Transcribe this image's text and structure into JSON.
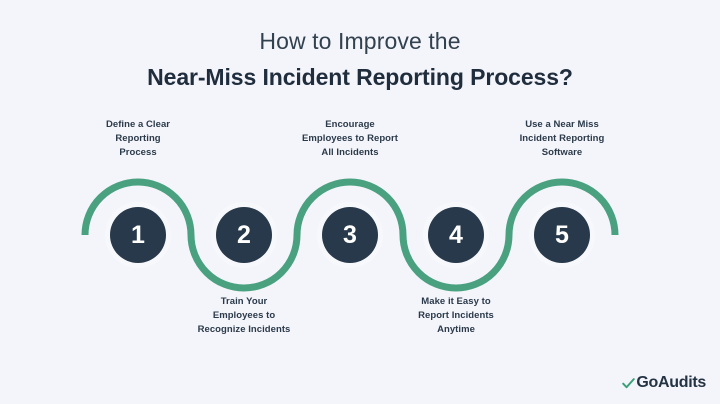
{
  "theme": {
    "background": "#f4f5fa",
    "accent_green": "#4aa180",
    "circle_navy": "#27394a",
    "title_color": "#1f2d3d",
    "caption_color": "#2b3a4a"
  },
  "header": {
    "title_line1": "How to Improve the",
    "title_line2": "Near-Miss Incident Reporting Process?"
  },
  "steps": [
    {
      "number": "1",
      "position": "top",
      "caption_lines": [
        "Define a Clear",
        "Reporting",
        "Process"
      ]
    },
    {
      "number": "2",
      "position": "bottom",
      "caption_lines": [
        "Train Your",
        "Employees to",
        "Recognize Incidents"
      ]
    },
    {
      "number": "3",
      "position": "top",
      "caption_lines": [
        "Encourage",
        "Employees to Report",
        "All Incidents"
      ]
    },
    {
      "number": "4",
      "position": "bottom",
      "caption_lines": [
        "Make it Easy to",
        "Report Incidents",
        "Anytime"
      ]
    },
    {
      "number": "5",
      "position": "top",
      "caption_lines": [
        "Use a Near Miss",
        "Incident Reporting",
        "Software"
      ]
    }
  ],
  "logo": {
    "icon": "check-icon",
    "text": "GoAudits"
  }
}
